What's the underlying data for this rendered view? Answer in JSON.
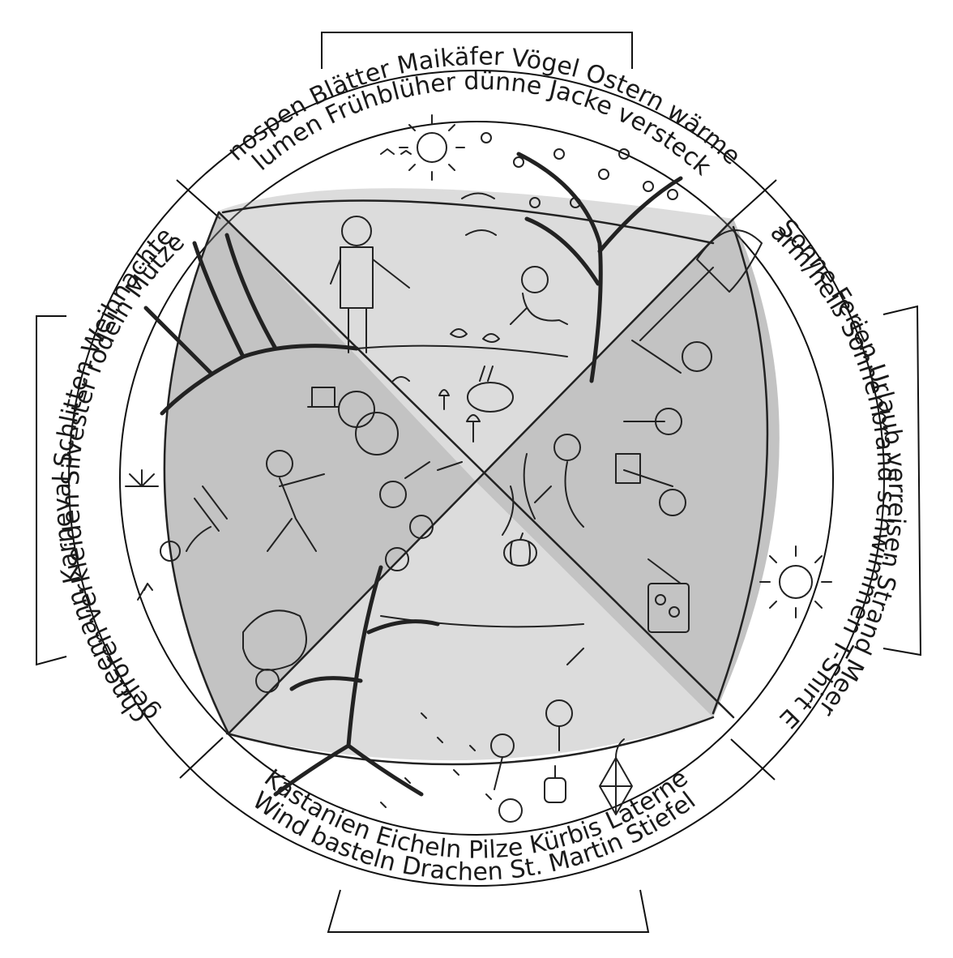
{
  "seasons": {
    "spring": {
      "outer_words": "Knospen  Blätter  Maikäfer  Vögel  Ostern  wärmer",
      "inner_words": "Blumen  Frühblüher  dünne Jacke  versteckt"
    },
    "summer": {
      "outer_words": "Sonne  Ferien  Urlaub  verreisen  Strand  Meer",
      "inner_words": "warm/heiß  Sonnenbrand  schwimmen  T-Shirt  Eis"
    },
    "autumn": {
      "outer_words": "Wind  basteln  Drachen  St. Martin  Stiefel",
      "inner_words": "Kastanien  Eicheln  Pilze  Kürbis  Laterne"
    },
    "winter": {
      "outer_words": "Schneemann  Karneval  Schlitten  Weihnachten",
      "inner_words": "gefroren  verkleiden  Silvester  rodeln  Mütze"
    }
  },
  "icons": [
    "sun-icon",
    "bird-icon",
    "rabbit-icon",
    "duck-icon",
    "tulip-icon",
    "umbrella-icon",
    "snowman-icon",
    "sled-icon",
    "kite-icon",
    "lantern-icon",
    "pumpkin-icon",
    "firework-icon"
  ]
}
